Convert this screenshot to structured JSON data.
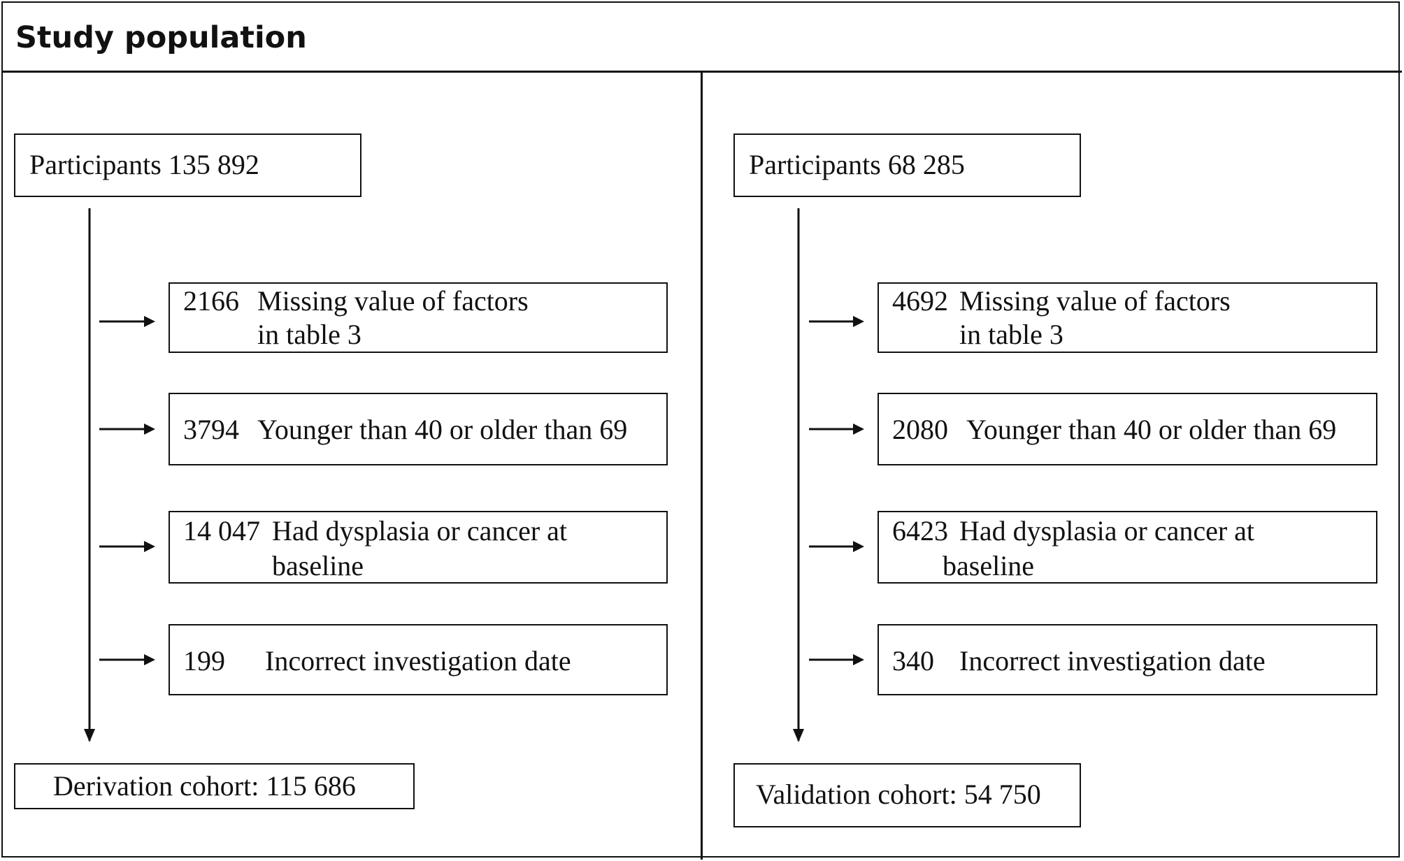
{
  "title": "Study population",
  "derivation": {
    "participants": "Participants 135 892",
    "exclusions": [
      {
        "count": "2166",
        "line1": "Missing value of factors",
        "line2": "in table 3"
      },
      {
        "count": "3794",
        "line1": "Younger than 40 or older than 69",
        "line2": ""
      },
      {
        "count": "14 047",
        "line1": "Had dysplasia or cancer at",
        "line2": "baseline"
      },
      {
        "count": "199",
        "line1": "Incorrect investigation date",
        "line2": ""
      }
    ],
    "cohort": "Derivation cohort: 115 686"
  },
  "validation": {
    "participants": "Participants 68 285",
    "exclusions": [
      {
        "count": "4692",
        "line1": "Missing value of factors",
        "line2": "in table 3"
      },
      {
        "count": "2080",
        "line1": "Younger than 40 or older than 69",
        "line2": ""
      },
      {
        "count": "6423",
        "line1": "Had dysplasia or cancer at",
        "line2": "baseline"
      },
      {
        "count": "340",
        "line1": "Incorrect investigation date",
        "line2": ""
      }
    ],
    "cohort": "Validation cohort: 54 750"
  }
}
